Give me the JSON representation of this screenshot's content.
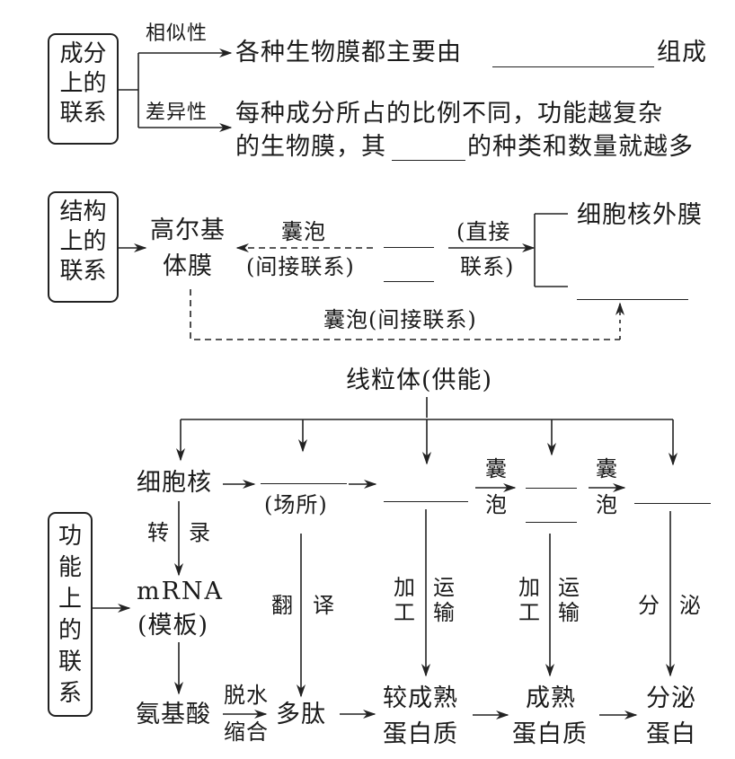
{
  "composition": {
    "box_label": [
      "成分",
      "上的",
      "联系"
    ],
    "similarity_label": "相似性",
    "similarity_text": "各种生物膜都主要由",
    "similarity_suffix": "组成",
    "difference_label": "差异性",
    "difference_line1": "每种成分所占的比例不同，功能越复杂",
    "difference_line2_prefix": "的生物膜，其",
    "difference_line2_suffix": "的种类和数量就越多"
  },
  "structure": {
    "box_label": [
      "结构",
      "上的",
      "联系"
    ],
    "golgi_line1": "高尔基",
    "golgi_line2": "体膜",
    "vesicle_top": "囊泡",
    "indirect_top": "(间接联系)",
    "direct_line1": "(直接",
    "direct_line2": "联系)",
    "nuclear_outer": "细胞核外膜",
    "vesicle_bottom": "囊泡(间接联系)"
  },
  "function": {
    "box_label": [
      "功",
      "能",
      "上",
      "的",
      "联",
      "系"
    ],
    "mitochondria": "线粒体(供能)",
    "nucleus": "细胞核",
    "site": "(场所)",
    "vesicle1_top": "囊",
    "vesicle1_bottom": "泡",
    "vesicle2_top": "囊",
    "vesicle2_bottom": "泡",
    "transcription_left": "转",
    "transcription_right": "录",
    "mrna": "mRNA",
    "template": "(模板)",
    "translation_left": "翻",
    "translation_right": "译",
    "process1_left": [
      "加",
      "工"
    ],
    "process1_right": [
      "运",
      "输"
    ],
    "process2_left": [
      "加",
      "工"
    ],
    "process2_right": [
      "运",
      "输"
    ],
    "secrete_left": "分",
    "secrete_right": "泌",
    "amino_acid": "氨基酸",
    "dehydration_top": "脱水",
    "dehydration_bottom": "缩合",
    "polypeptide": "多肽",
    "immature_protein": [
      "较成熟",
      "蛋白质"
    ],
    "mature_protein": [
      "成熟",
      "蛋白质"
    ],
    "secretory_protein": [
      "分泌",
      "蛋白"
    ]
  }
}
